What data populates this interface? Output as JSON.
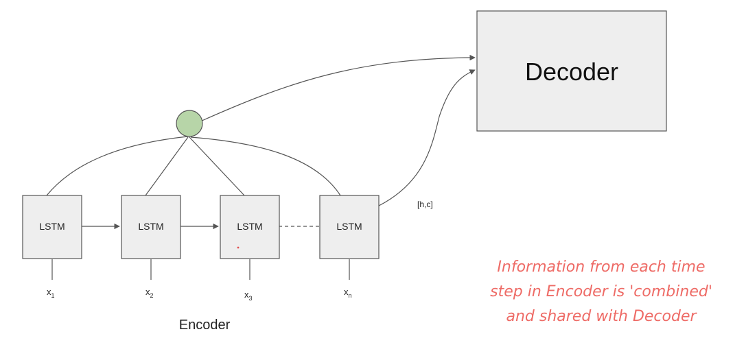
{
  "colors": {
    "box_fill": "#eeeeee",
    "box_stroke": "#555555",
    "line": "#555555",
    "combine_node_fill": "#b7d5a8",
    "combine_node_stroke": "#555555",
    "note_text": "#ee6b66"
  },
  "encoder": {
    "label": "Encoder",
    "cells": [
      {
        "label": "LSTM",
        "input_base": "x",
        "input_sub": "1"
      },
      {
        "label": "LSTM",
        "input_base": "x",
        "input_sub": "2"
      },
      {
        "label": "LSTM",
        "input_base": "x",
        "input_sub": "3"
      },
      {
        "label": "LSTM",
        "input_base": "x",
        "input_sub": "n"
      }
    ]
  },
  "decoder": {
    "label": "Decoder"
  },
  "final_state_label": "[h,c]",
  "note": {
    "lines": [
      "Information from each time",
      "step in Encoder is 'combined'",
      "and shared with Decoder"
    ]
  }
}
